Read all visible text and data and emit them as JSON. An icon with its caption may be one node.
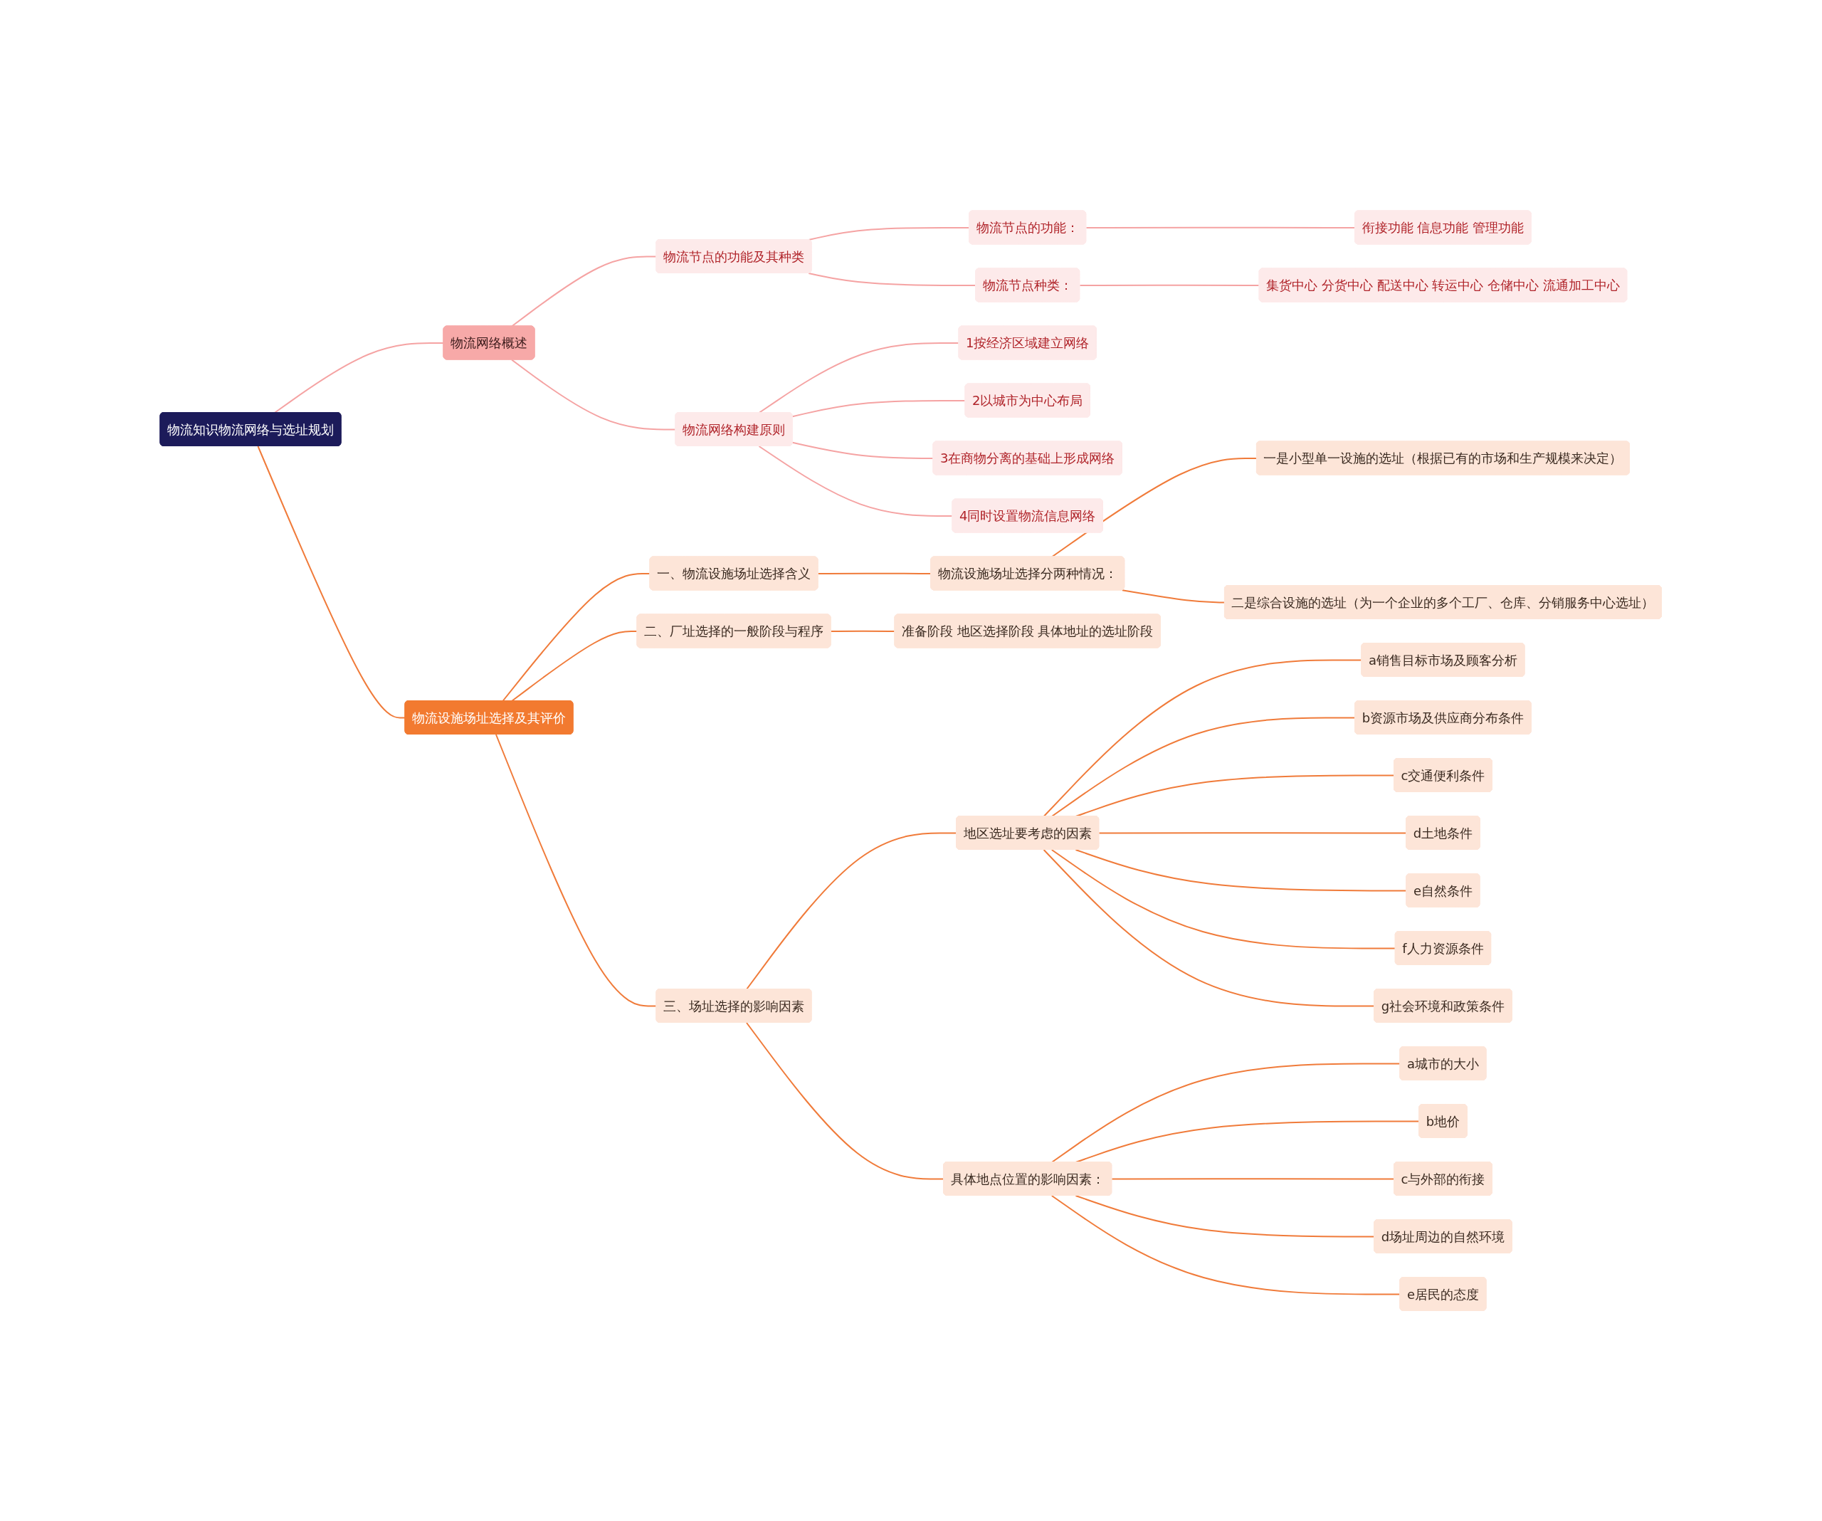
{
  "diagram": {
    "nodes": [
      {
        "text": [
          "物流知识物流网络与选址规划"
        ]
      },
      {
        "text": [
          "物流网络概述"
        ]
      },
      {
        "text": [
          "物流节点的功能及其种类"
        ]
      },
      {
        "text": [
          "物流节点的功能："
        ]
      },
      {
        "text": [
          "衔接功能 信息功能 管理功能"
        ]
      },
      {
        "text": [
          "物流节点种类："
        ]
      },
      {
        "text": [
          "集货中心 分货中心 配送中心 转运中心 仓储中心 流通加工中心"
        ]
      },
      {
        "text": [
          "物流网络构建原则"
        ]
      },
      {
        "text": [
          "1按经济区域建立网络"
        ]
      },
      {
        "text": [
          "2以城市为中心布局"
        ]
      },
      {
        "text": [
          "3在商物分离的基础上形成网络"
        ]
      },
      {
        "text": [
          "4同时设置物流信息网络"
        ]
      },
      {
        "text": [
          "物流设施场址选择及其评价"
        ]
      },
      {
        "text": [
          "一、物流设施场址选择含义"
        ]
      },
      {
        "text": [
          "物流设施场址选择分两种情况："
        ]
      },
      {
        "text": [
          "一是小型单一设施的选址（根据已有的市场和生产规模来决定）"
        ]
      },
      {
        "text": [
          "二是综合设施的选址（为一个企业的多个工厂、仓库、分销服务中心选址）"
        ]
      },
      {
        "text": [
          "二、厂址选择的一般阶段与程序"
        ]
      },
      {
        "text": [
          "准备阶段 地区选择阶段 具体地址的选址阶段"
        ]
      },
      {
        "text": [
          "三、场址选择的影响因素"
        ]
      },
      {
        "text": [
          "地区选址要考虑的因素"
        ]
      },
      {
        "text": [
          "a销售目标市场及顾客分析"
        ]
      },
      {
        "text": [
          "b资源市场及供应商分布条件"
        ]
      },
      {
        "text": [
          "c交通便利条件"
        ]
      },
      {
        "text": [
          "d土地条件"
        ]
      },
      {
        "text": [
          "e自然条件"
        ]
      },
      {
        "text": [
          "f人力资源条件"
        ]
      },
      {
        "text": [
          "g社会环境和政策条件"
        ]
      },
      {
        "text": [
          "具体地点位置的影响因素："
        ]
      },
      {
        "text": [
          "a城市的大小"
        ]
      },
      {
        "text": [
          "b地价"
        ]
      },
      {
        "text": [
          "c与外部的衔接"
        ]
      },
      {
        "text": [
          "d场址周边的自然环境"
        ]
      },
      {
        "text": [
          "e居民的态度"
        ]
      }
    ],
    "edges": [
      {
        "from": 0,
        "to": 1,
        "arrow": "none",
        "color": "#f5a3a3"
      },
      {
        "from": 1,
        "to": 2,
        "arrow": "none",
        "color": "#f5a3a3"
      },
      {
        "from": 2,
        "to": 3,
        "arrow": "none",
        "color": "#f5a3a3"
      },
      {
        "from": 3,
        "to": 4,
        "arrow": "none",
        "color": "#f5a3a3"
      },
      {
        "from": 2,
        "to": 5,
        "arrow": "none",
        "color": "#f5a3a3"
      },
      {
        "from": 5,
        "to": 6,
        "arrow": "none",
        "color": "#f5a3a3"
      },
      {
        "from": 1,
        "to": 7,
        "arrow": "none",
        "color": "#f5a3a3"
      },
      {
        "from": 7,
        "to": 8,
        "arrow": "none",
        "color": "#f5a3a3"
      },
      {
        "from": 7,
        "to": 9,
        "arrow": "none",
        "color": "#f5a3a3"
      },
      {
        "from": 7,
        "to": 10,
        "arrow": "none",
        "color": "#f5a3a3"
      },
      {
        "from": 7,
        "to": 11,
        "arrow": "none",
        "color": "#f5a3a3"
      },
      {
        "from": 0,
        "to": 12,
        "arrow": "none"
      },
      {
        "from": 12,
        "to": 13,
        "arrow": "none"
      },
      {
        "from": 13,
        "to": 14,
        "arrow": "none"
      },
      {
        "from": 14,
        "to": 15,
        "arrow": "none"
      },
      {
        "from": 14,
        "to": 16,
        "arrow": "none"
      },
      {
        "from": 12,
        "to": 17,
        "arrow": "none"
      },
      {
        "from": 17,
        "to": 18,
        "arrow": "none"
      },
      {
        "from": 12,
        "to": 19,
        "arrow": "none"
      },
      {
        "from": 19,
        "to": 20,
        "arrow": "none"
      },
      {
        "from": 20,
        "to": 21,
        "arrow": "none"
      },
      {
        "from": 20,
        "to": 22,
        "arrow": "none"
      },
      {
        "from": 20,
        "to": 23,
        "arrow": "none"
      },
      {
        "from": 20,
        "to": 24,
        "arrow": "none"
      },
      {
        "from": 20,
        "to": 25,
        "arrow": "none"
      },
      {
        "from": 20,
        "to": 26,
        "arrow": "none"
      },
      {
        "from": 20,
        "to": 27,
        "arrow": "none"
      },
      {
        "from": 19,
        "to": 28,
        "arrow": "none"
      },
      {
        "from": 28,
        "to": 29,
        "arrow": "none"
      },
      {
        "from": 28,
        "to": 30,
        "arrow": "none"
      },
      {
        "from": 28,
        "to": 31,
        "arrow": "none"
      },
      {
        "from": 28,
        "to": 32,
        "arrow": "none"
      },
      {
        "from": 28,
        "to": 33,
        "arrow": "none"
      }
    ]
  }
}
